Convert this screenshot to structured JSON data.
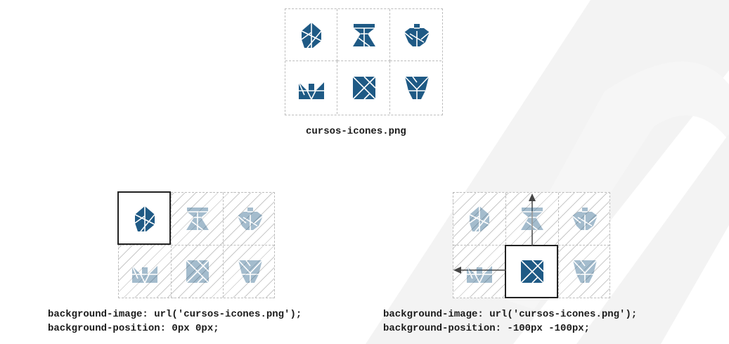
{
  "sprite_file_caption": "cursos-icones.png",
  "example_left": {
    "line1": "background-image: url('cursos-icones.png');",
    "line2": "background-position: 0px 0px;"
  },
  "example_right": {
    "line1": "background-image: url('cursos-icones.png');",
    "line2": "background-position: -100px -100px;"
  },
  "icons": [
    "leaf-tangram-icon",
    "hourglass-tangram-icon",
    "teapot-tangram-icon",
    "boat-tangram-icon",
    "square-tangram-icon",
    "cup-tangram-icon"
  ],
  "colors": {
    "icon": "#1f5a85",
    "grid": "#bdbdbd",
    "hatch": "#c9c9c9",
    "watermark": "#f2f2f2"
  }
}
